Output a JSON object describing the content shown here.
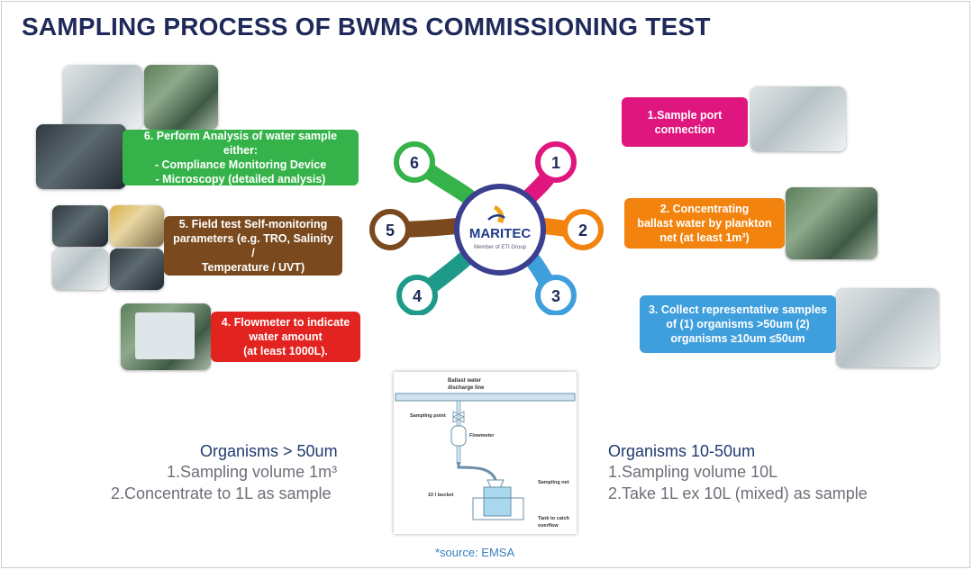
{
  "title": "SAMPLING PROCESS OF BWMS COMMISSIONING TEST",
  "center": {
    "logo_text": "MARITEC",
    "logo_subtext": "Member of ETI Group",
    "hub_numbers": [
      "1",
      "2",
      "3",
      "4",
      "5",
      "6"
    ]
  },
  "steps": {
    "s1": [
      "1.Sample port",
      "connection"
    ],
    "s2": [
      "2. Concentrating",
      "ballast water by plankton",
      "net  (at least 1m³)"
    ],
    "s3": [
      "3. Collect representative samples",
      "of (1) organisms >50um (2)",
      "organisms ≥10um ≤50um"
    ],
    "s4": [
      "4. Flowmeter to indicate",
      "water amount",
      "(at least 1000L)."
    ],
    "s5": [
      "5. Field test  Self-monitoring",
      "parameters (e.g. TRO, Salinity /",
      "Temperature / UVT)"
    ],
    "s6": [
      "6. Perform Analysis of water sample either:",
      "- Compliance Monitoring Device",
      "- Microscopy (detailed analysis)"
    ]
  },
  "left_notes": {
    "heading": "Organisms > 50um",
    "line1": "1.Sampling volume 1m³",
    "line2": "2.Concentrate to 1L as sample"
  },
  "right_notes": {
    "heading": "Organisms 10-50um",
    "line1": "1.Sampling volume 10L",
    "line2": "2.Take 1L ex 10L (mixed) as sample"
  },
  "schematic": {
    "ballast_line": "Ballast water",
    "discharge_line": "discharge line",
    "sampling_point": "Sampling point",
    "flowmeter": "Flowmeter",
    "sampling_net": "Sampling net",
    "bucket": "10 l bucket",
    "tank_overflow_1": "Tank to catch",
    "tank_overflow_2": "overflow"
  },
  "source": "*source: EMSA",
  "colors": {
    "s1": "#e0167f",
    "s2": "#f2830f",
    "s3": "#3f9edc",
    "s4": "#e2231f",
    "s5": "#7a4a1e",
    "s6": "#35b34a",
    "title": "#1f2a5a"
  }
}
